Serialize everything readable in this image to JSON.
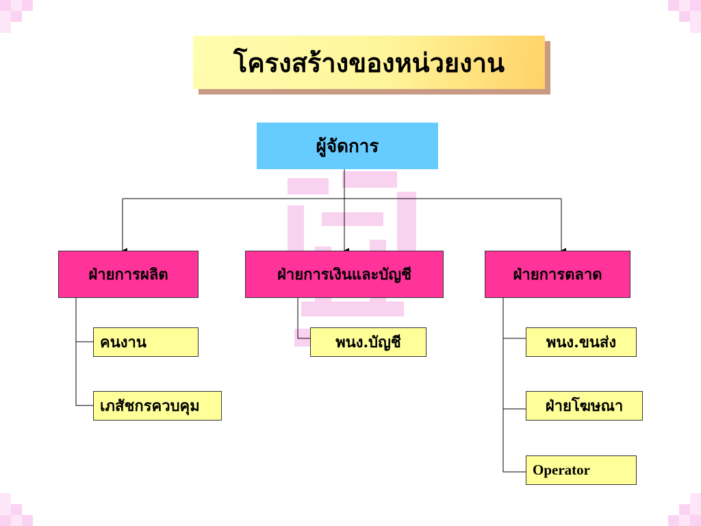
{
  "title": "โครงสร้างของหน่วยงาน",
  "manager": "ผู้จัดการ",
  "departments": [
    {
      "label": "ฝ่ายการผลิต",
      "subs": [
        "คนงาน",
        "เภสัชกรควบคุม"
      ]
    },
    {
      "label": "ฝ่ายการเงินและบัญชี",
      "subs": [
        "พนง.บัญชี"
      ]
    },
    {
      "label": "ฝ่ายการตลาด",
      "subs": [
        "พนง.ขนส่ง",
        "ฝ่ายโฆษณา",
        "Operator"
      ]
    }
  ],
  "colors": {
    "title_bg": "#fff59a",
    "manager_bg": "#66ccff",
    "department_bg": "#ff3399",
    "sub_bg": "#ffff99",
    "decoration": "#fbd3f2"
  }
}
